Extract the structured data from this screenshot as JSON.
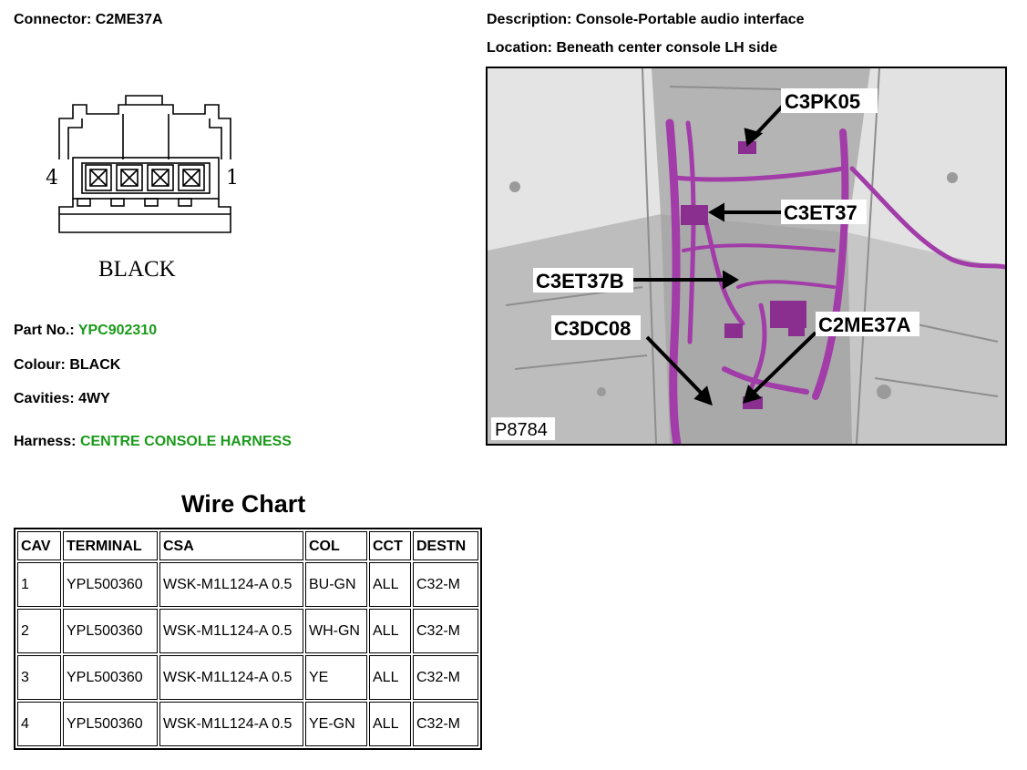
{
  "connector": {
    "label": "Connector:",
    "value": "C2ME37A"
  },
  "description": {
    "label": "Description:",
    "value": "Console-Portable audio interface"
  },
  "location": {
    "label": "Location:",
    "value": "Beneath center console LH side"
  },
  "diagram": {
    "pin_left": "4",
    "pin_right": "1",
    "colour_text": "BLACK"
  },
  "part_no": {
    "label": "Part No.:",
    "value": "YPC902310"
  },
  "colour": {
    "label": "Colour:",
    "value": "BLACK"
  },
  "cavities": {
    "label": "Cavities:",
    "value": "4WY"
  },
  "harness": {
    "label": "Harness:",
    "value": "CENTRE CONSOLE HARNESS"
  },
  "photo": {
    "callouts": {
      "c3pk05": "C3PK05",
      "c3et37": "C3ET37",
      "c3et37b": "C3ET37B",
      "c3dc08": "C3DC08",
      "c2me37a": "C2ME37A"
    },
    "ref": "P8784",
    "harness_color": "#a23ca8"
  },
  "wire_chart": {
    "title": "Wire Chart",
    "headers": {
      "cav": "CAV",
      "terminal": "TERMINAL",
      "csa": "CSA",
      "col": "COL",
      "cct": "CCT",
      "destn": "DESTN"
    },
    "rows": [
      {
        "cav": "1",
        "terminal": "YPL500360",
        "csa": "WSK-M1L124-A 0.5",
        "col": "BU-GN",
        "cct": "ALL",
        "destn": "C32-M"
      },
      {
        "cav": "2",
        "terminal": "YPL500360",
        "csa": "WSK-M1L124-A 0.5",
        "col": "WH-GN",
        "cct": "ALL",
        "destn": "C32-M"
      },
      {
        "cav": "3",
        "terminal": "YPL500360",
        "csa": "WSK-M1L124-A 0.5",
        "col": "YE",
        "cct": "ALL",
        "destn": "C32-M"
      },
      {
        "cav": "4",
        "terminal": "YPL500360",
        "csa": "WSK-M1L124-A 0.5",
        "col": "YE-GN",
        "cct": "ALL",
        "destn": "C32-M"
      }
    ]
  }
}
